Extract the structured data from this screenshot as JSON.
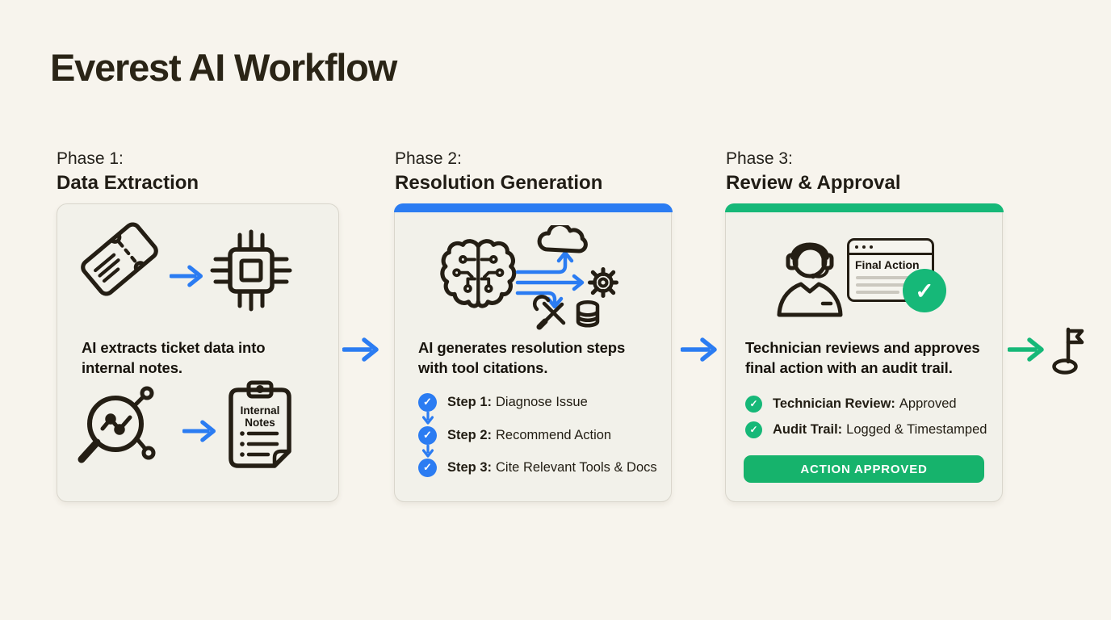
{
  "title": "Everest AI Workflow",
  "colors": {
    "background": "#f7f4ed",
    "card_background": "#f2f1ea",
    "card_border": "#d9d6cc",
    "ink": "#241e14",
    "blue_accent": "#2b7cf2",
    "green_accent": "#16b878",
    "button_green": "#16b36c",
    "window_line_gray": "#cbc8bf"
  },
  "icons": {
    "check": "✓"
  },
  "phase1": {
    "label": "Phase 1:",
    "title": "Data Extraction",
    "description": "AI extracts ticket data into internal notes.",
    "clipboard_label": "Internal Notes"
  },
  "phase2": {
    "label": "Phase 2:",
    "title": "Resolution Generation",
    "description": "AI generates resolution steps with tool citations.",
    "steps": [
      {
        "label": "Step 1:",
        "text": "Diagnose Issue"
      },
      {
        "label": "Step 2:",
        "text": "Recommend Action"
      },
      {
        "label": "Step 3:",
        "text": "Cite Relevant Tools & Docs"
      }
    ]
  },
  "phase3": {
    "label": "Phase 3:",
    "title": "Review & Approval",
    "description": "Technician reviews and approves final action with an audit trail.",
    "window_label": "Final Action",
    "checks": [
      {
        "label": "Technician Review:",
        "text": "Approved"
      },
      {
        "label": "Audit Trail:",
        "text": "Logged & Timestamped"
      }
    ],
    "button_label": "ACTION APPROVED"
  }
}
